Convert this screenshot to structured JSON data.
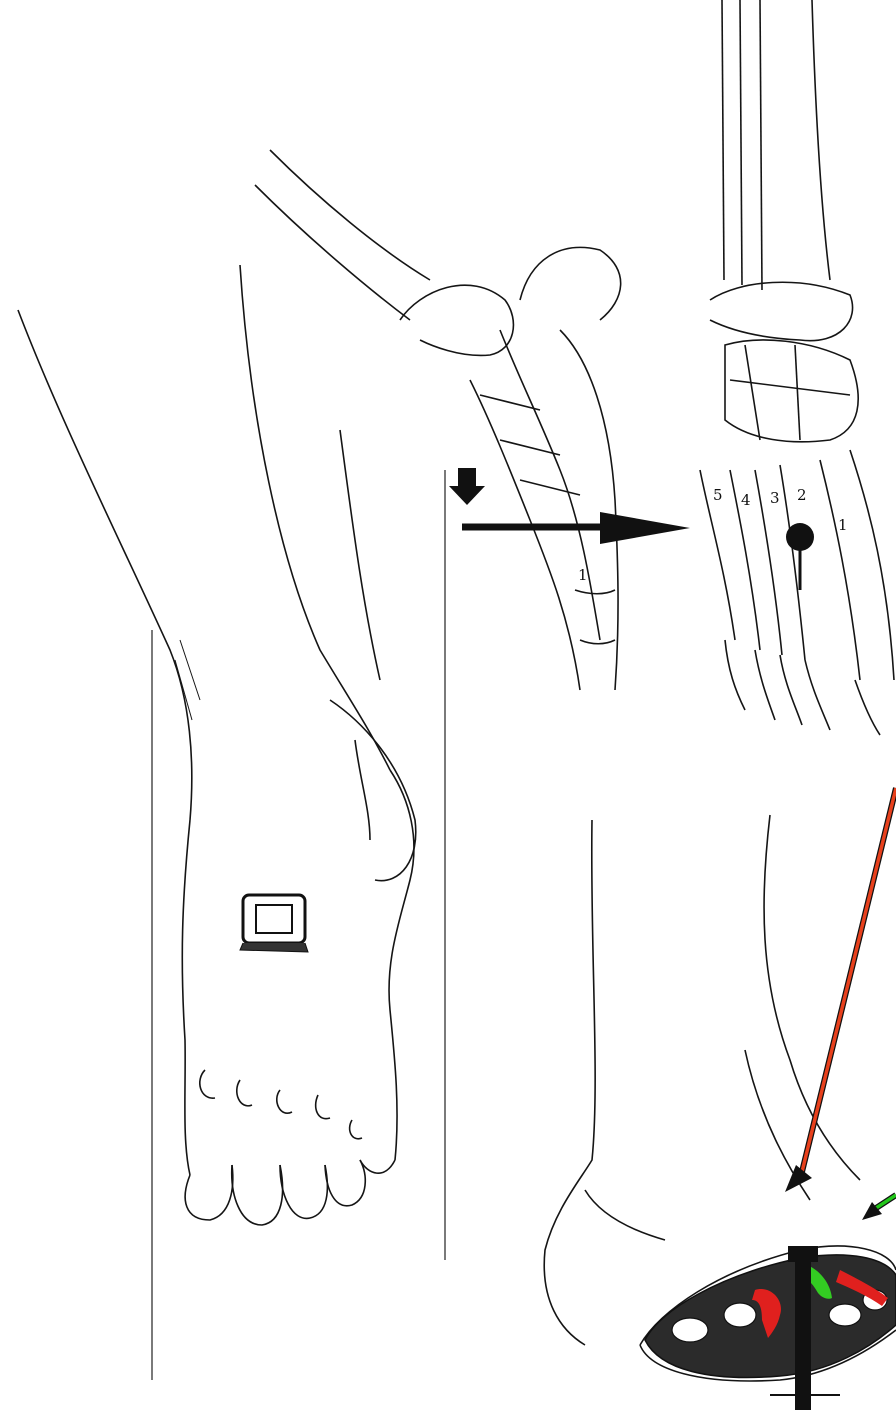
{
  "figure": {
    "metatarsal_labels": [
      "5",
      "4",
      "3",
      "2",
      "1"
    ],
    "medial_view_label": "1",
    "colors": {
      "ink": "#111111",
      "red_arrow": "#e8401c",
      "green_arrow": "#22c71a",
      "red_mark": "#e0201e",
      "green_mark": "#33cc22",
      "background": "#ffffff"
    },
    "icons": {
      "down_arrow": "down-arrow-icon",
      "right_arrow": "right-arrow-icon",
      "entry_point": "entry-point-dot-icon",
      "nail": "nail-icon",
      "foot_wound": "wound-icon"
    }
  }
}
